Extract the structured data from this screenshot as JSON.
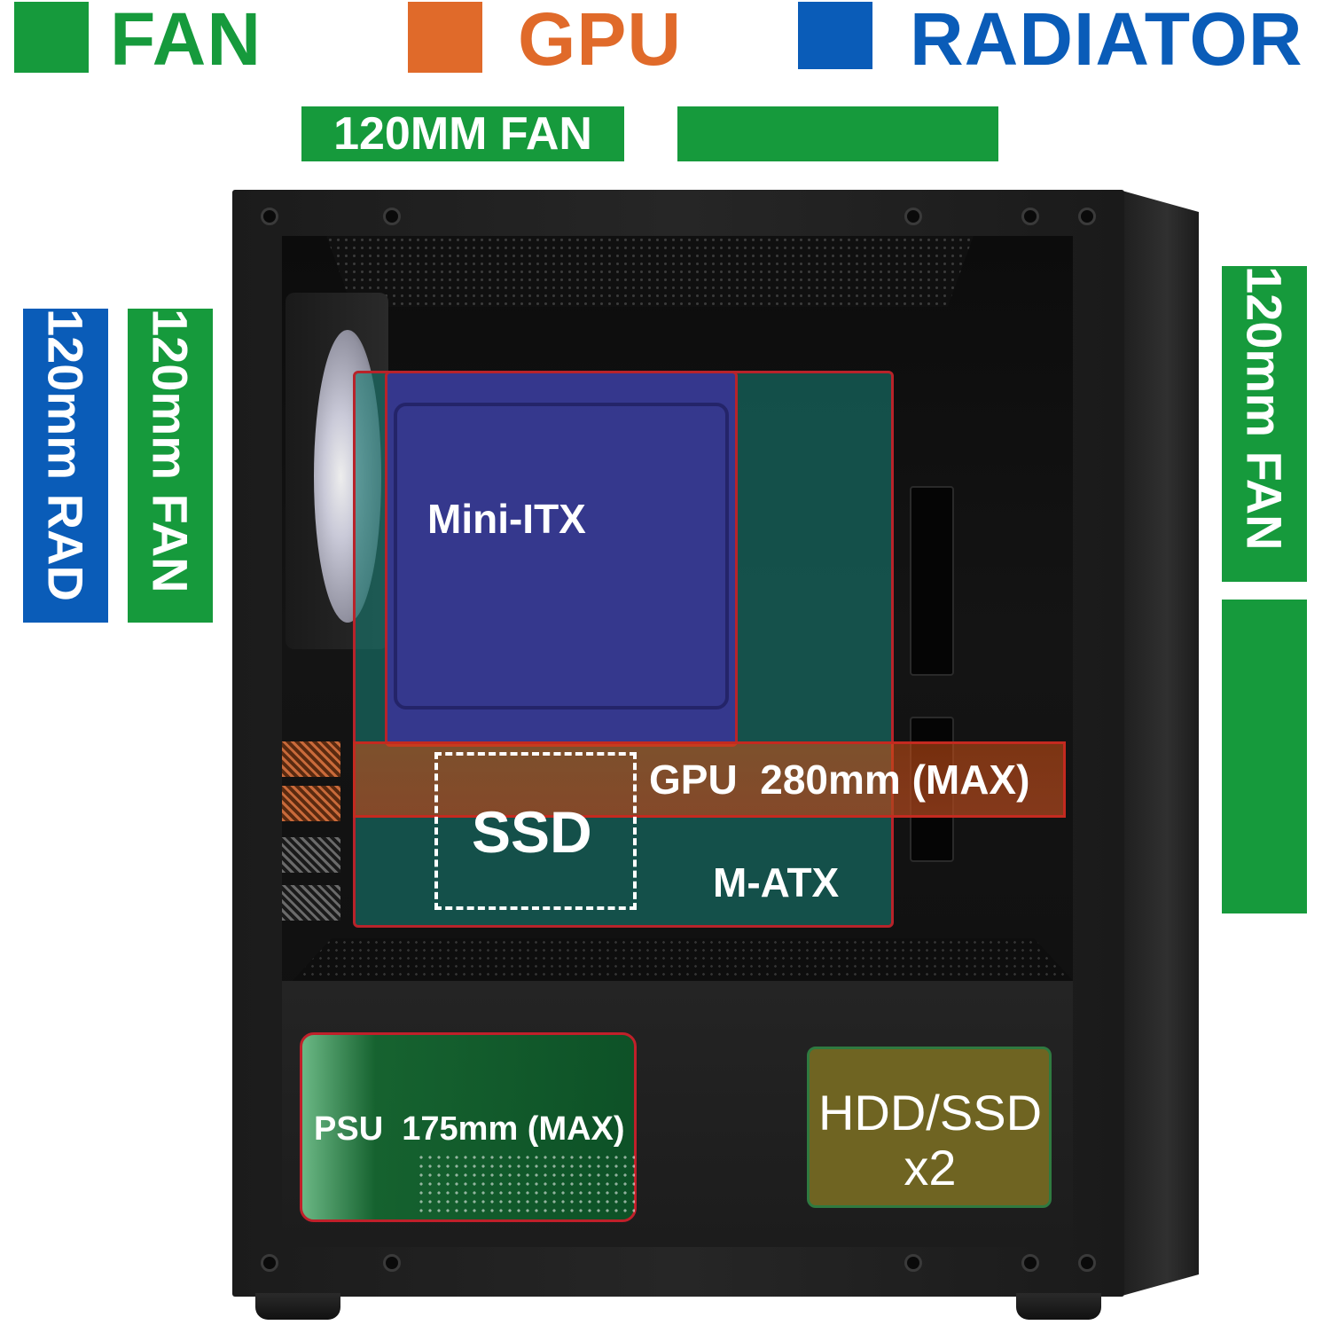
{
  "legend": [
    {
      "label": "FAN",
      "color": "#169a3c"
    },
    {
      "label": "GPU",
      "color": "#e06a2a"
    },
    {
      "label": "RADIATOR",
      "color": "#0a5cb8"
    }
  ],
  "top_labels": {
    "front_top_fan": "120MM FAN",
    "rear_top_fan": ""
  },
  "side_labels": {
    "rear_radiator": "120mm RAD",
    "rear_fan": "120mm FAN",
    "front_fan_upper": "120mm FAN",
    "front_fan_lower": ""
  },
  "zones": {
    "mini_itx": "Mini-ITX",
    "m_atx": "M-ATX",
    "gpu": "GPU  280mm (MAX)",
    "ssd": "SSD",
    "psu": "PSU  175mm (MAX)",
    "hdd_line1": "HDD/SSD",
    "hdd_line2": "x2"
  },
  "colors": {
    "fan_green": "#169a3c",
    "gpu_orange": "#e06a2a",
    "radiator_blue": "#0a5cb8",
    "case_black": "#1e1e1e"
  }
}
